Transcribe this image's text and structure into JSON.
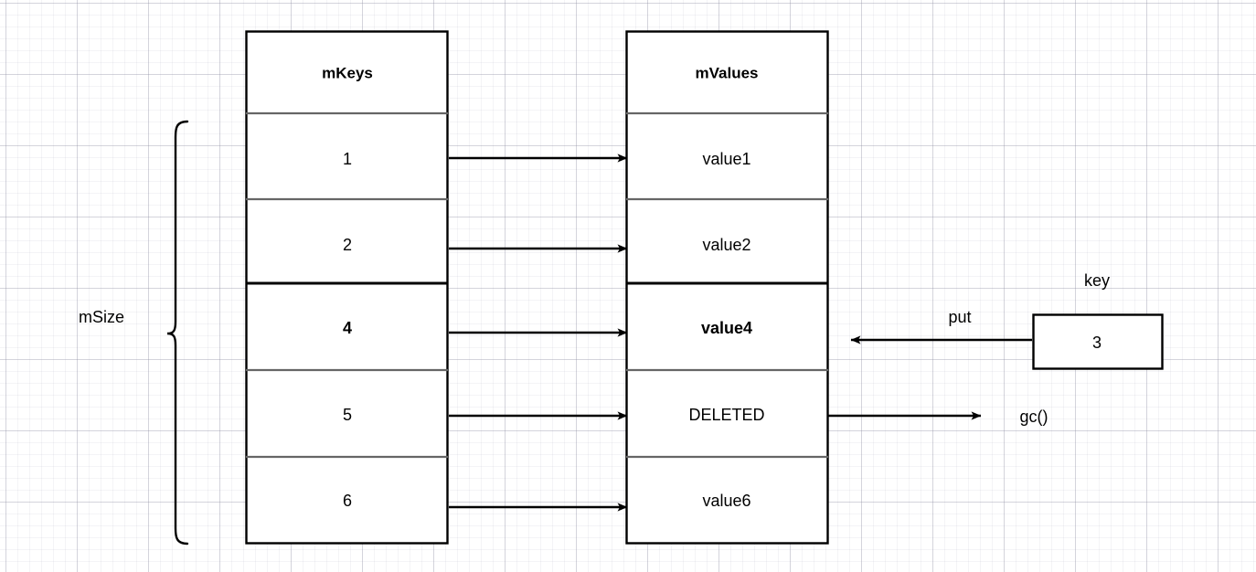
{
  "diagram": {
    "title": "SparseArray put/gc diagram",
    "background": "#ffffff",
    "stroke": "#000000",
    "separator_light": "#666666"
  },
  "keys_table": {
    "header": "mKeys",
    "rows": [
      {
        "label": "1",
        "bold": false
      },
      {
        "label": "2",
        "bold": false
      },
      {
        "label": "4",
        "bold": true
      },
      {
        "label": "5",
        "bold": false
      },
      {
        "label": "6",
        "bold": false
      }
    ]
  },
  "values_table": {
    "header": "mValues",
    "rows": [
      {
        "label": "value1",
        "bold": false
      },
      {
        "label": "value2",
        "bold": false
      },
      {
        "label": "value4",
        "bold": true
      },
      {
        "label": "DELETED",
        "bold": false
      },
      {
        "label": "value6",
        "bold": false
      }
    ]
  },
  "annotations": {
    "size_label": "mSize",
    "put_label": "put",
    "gc_label": "gc()",
    "key_label": "key",
    "key_value": "3"
  }
}
